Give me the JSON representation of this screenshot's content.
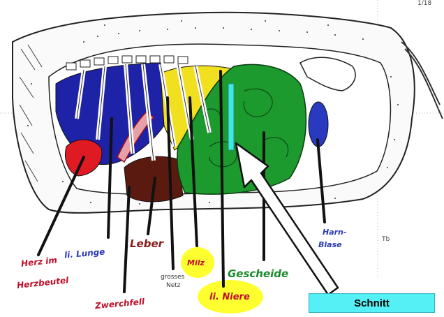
{
  "page_number": "1/18",
  "labels": {
    "herz_line1": "Herz im",
    "herz_line2": "Herzbeutel",
    "lunge": "li. Lunge",
    "leber": "Leber",
    "zwerchfell": "Zwerchfell",
    "netz_line1": "grosses",
    "netz_line2": "Netz",
    "milz": "Milz",
    "niere": "li. Niere",
    "gescheide": "Gescheide",
    "harnblase_line1": "Harn-",
    "harnblase_line2": "Blase",
    "signature": "Tb"
  },
  "callout": {
    "text": "Schnitt"
  },
  "colors": {
    "lunge": "#1e22a6",
    "herz": "#e01a22",
    "leber": "#5a1a10",
    "milz": "#f0e020",
    "gescheide": "#1d9a2e",
    "harnblase": "#2a3ac0",
    "schnitt_line": "#40e8e0",
    "schnitt_box": "#55f0f5",
    "highlight": "#ffff30"
  }
}
